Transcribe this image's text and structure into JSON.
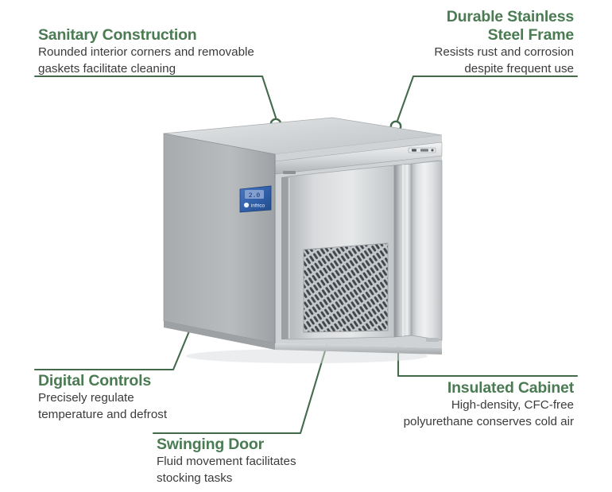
{
  "page": {
    "kind": "product-feature-infographic",
    "background_color": "#ffffff",
    "accent_color": "#4b7b53",
    "body_text_color": "#3b3b3b"
  },
  "product": {
    "name": "Infrico undercounter refrigerator",
    "brand_label": "infrico",
    "display_value": "2.0",
    "panel_color": "#2f5fa8",
    "body_color": "#c9cdd0",
    "accent_color": "#4b7b53"
  },
  "callouts": [
    {
      "id": "sanitary-construction",
      "title": "Sanitary Construction",
      "description": "Rounded interior corners and removable\ngaskets facilitate cleaning",
      "align": "left"
    },
    {
      "id": "durable-stainless-steel-frame",
      "title": "Durable Stainless\nSteel Frame",
      "description": "Resists rust and corrosion\ndespite frequent use",
      "align": "right"
    },
    {
      "id": "digital-controls",
      "title": "Digital Controls",
      "description": "Precisely regulate\ntemperature and defrost",
      "align": "left"
    },
    {
      "id": "swinging-door",
      "title": "Swinging Door",
      "description": "Fluid movement facilitates\nstocking tasks",
      "align": "left"
    },
    {
      "id": "insulated-cabinet",
      "title": "Insulated Cabinet",
      "description": "High-density, CFC-free\npolyurethane conserves cold air",
      "align": "right"
    }
  ]
}
